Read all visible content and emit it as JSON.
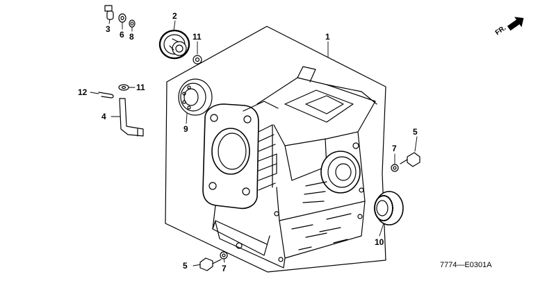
{
  "diagram": {
    "drawing_code": "7774—E0301A",
    "front_label": "FR.",
    "callouts": [
      {
        "id": "c1",
        "label": "1"
      },
      {
        "id": "c2",
        "label": "2"
      },
      {
        "id": "c3",
        "label": "3"
      },
      {
        "id": "c4",
        "label": "4"
      },
      {
        "id": "c5a",
        "label": "5"
      },
      {
        "id": "c5b",
        "label": "5"
      },
      {
        "id": "c6",
        "label": "6"
      },
      {
        "id": "c7a",
        "label": "7"
      },
      {
        "id": "c7b",
        "label": "7"
      },
      {
        "id": "c8",
        "label": "8"
      },
      {
        "id": "c9",
        "label": "9"
      },
      {
        "id": "c10",
        "label": "10"
      },
      {
        "id": "c11a",
        "label": "11"
      },
      {
        "id": "c11b",
        "label": "11"
      },
      {
        "id": "c12",
        "label": "12"
      }
    ]
  }
}
